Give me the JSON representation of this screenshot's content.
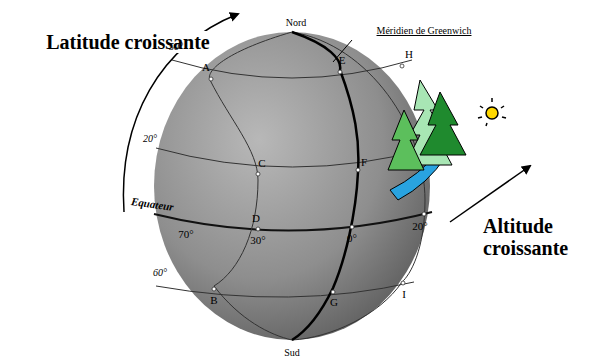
{
  "diagram": {
    "labels": [
      "Latitude croissante",
      "Nord",
      "Méridien de Greenwich",
      "50°",
      "A",
      "E",
      "H",
      "20°",
      "C",
      "F",
      "Equateur",
      "70°",
      "D",
      "30°",
      "0°",
      "20°",
      "60°",
      "B",
      "G",
      "I",
      "Sud",
      "Altitude croissante"
    ]
  }
}
